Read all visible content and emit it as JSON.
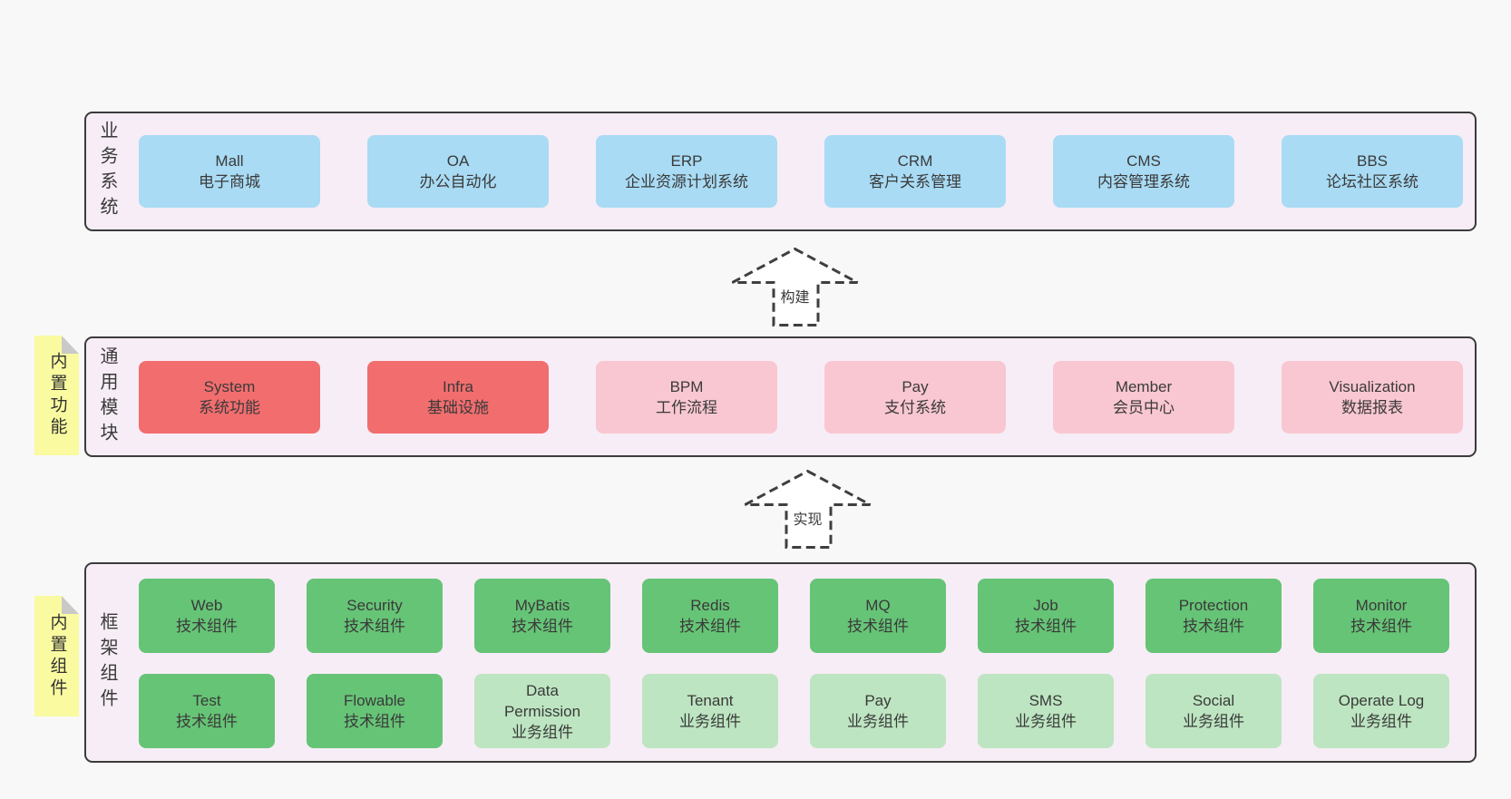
{
  "diagram": {
    "background": "#f8f8f8",
    "colors": {
      "blue": "#a9dbf4",
      "red": "#f26d6e",
      "pink": "#f9c7d1",
      "green": "#66c476",
      "light_green": "#bde5c1",
      "sticky_yellow": "#fafaa0",
      "sticky_fold_gray": "#c9c9c9",
      "layer_background": "#f7edf6",
      "border_dark": "#3b3b3b",
      "text": "#3a3a3a"
    }
  },
  "layers": [
    {
      "id": "business",
      "label": "业务系统",
      "rows": [
        [
          {
            "en": "Mall",
            "zh": "电子商城",
            "variant": "blue"
          },
          {
            "en": "OA",
            "zh": "办公自动化",
            "variant": "blue"
          },
          {
            "en": "ERP",
            "zh": "企业资源计划系统",
            "variant": "blue"
          },
          {
            "en": "CRM",
            "zh": "客户关系管理",
            "variant": "blue"
          },
          {
            "en": "CMS",
            "zh": "内容管理系统",
            "variant": "blue"
          },
          {
            "en": "BBS",
            "zh": "论坛社区系统",
            "variant": "blue"
          }
        ]
      ]
    },
    {
      "id": "modules",
      "label": "通用模块",
      "rows": [
        [
          {
            "en": "System",
            "zh": "系统功能",
            "variant": "red"
          },
          {
            "en": "Infra",
            "zh": "基础设施",
            "variant": "red"
          },
          {
            "en": "BPM",
            "zh": "工作流程",
            "variant": "pink"
          },
          {
            "en": "Pay",
            "zh": "支付系统",
            "variant": "pink"
          },
          {
            "en": "Member",
            "zh": "会员中心",
            "variant": "pink"
          },
          {
            "en": "Visualization",
            "zh": "数据报表",
            "variant": "pink"
          }
        ]
      ]
    },
    {
      "id": "components",
      "label": "框架组件",
      "rows": [
        [
          {
            "en": "Web",
            "zh": "技术组件",
            "variant": "green"
          },
          {
            "en": "Security",
            "zh": "技术组件",
            "variant": "green"
          },
          {
            "en": "MyBatis",
            "zh": "技术组件",
            "variant": "green"
          },
          {
            "en": "Redis",
            "zh": "技术组件",
            "variant": "green"
          },
          {
            "en": "MQ",
            "zh": "技术组件",
            "variant": "green"
          },
          {
            "en": "Job",
            "zh": "技术组件",
            "variant": "green"
          },
          {
            "en": "Protection",
            "zh": "技术组件",
            "variant": "green"
          },
          {
            "en": "Monitor",
            "zh": "技术组件",
            "variant": "green"
          }
        ],
        [
          {
            "en": "Test",
            "zh": "技术组件",
            "variant": "green"
          },
          {
            "en": "Flowable",
            "zh": "技术组件",
            "variant": "green"
          },
          {
            "en": "Data Permission",
            "zh": "业务组件",
            "variant": "light_green"
          },
          {
            "en": "Tenant",
            "zh": "业务组件",
            "variant": "light_green"
          },
          {
            "en": "Pay",
            "zh": "业务组件",
            "variant": "light_green"
          },
          {
            "en": "SMS",
            "zh": "业务组件",
            "variant": "light_green"
          },
          {
            "en": "Social",
            "zh": "业务组件",
            "variant": "light_green"
          },
          {
            "en": "Operate Log",
            "zh": "业务组件",
            "variant": "light_green"
          }
        ]
      ]
    }
  ],
  "stickies": [
    {
      "text": "内置功能"
    },
    {
      "text": "内置组件"
    }
  ],
  "arrows": [
    {
      "label": "构建"
    },
    {
      "label": "实现"
    }
  ]
}
